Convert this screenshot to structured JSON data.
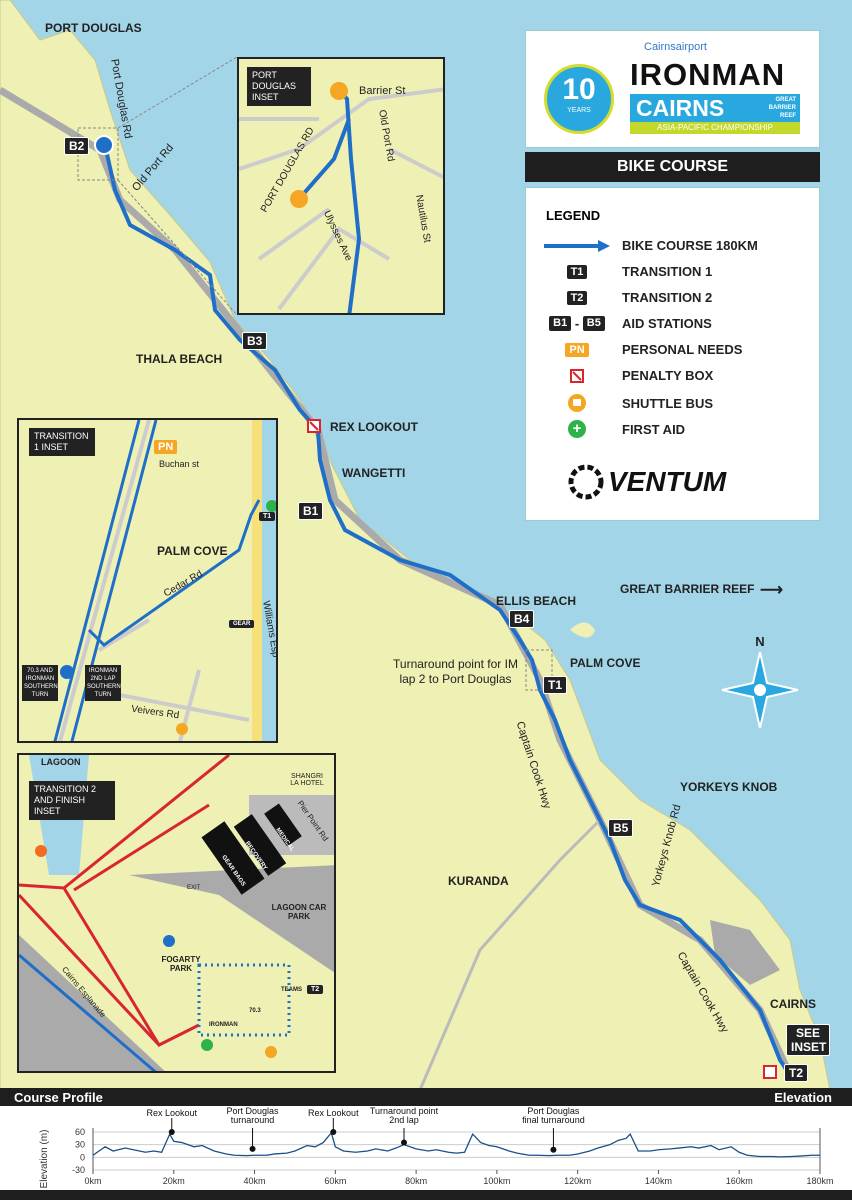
{
  "places": {
    "port_douglas": "PORT DOUGLAS",
    "thala_beach": "THALA BEACH",
    "rex_lookout": "REX LOOKOUT",
    "wangetti": "WANGETTI",
    "ellis_beach": "ELLIS BEACH",
    "palm_cove": "PALM COVE",
    "great_barrier_reef": "GREAT BARRIER REEF",
    "yorkeys_knob": "YORKEYS KNOB",
    "kuranda": "KURANDA",
    "cairns": "CAIRNS"
  },
  "roads": {
    "port_douglas_rd": "Port Douglas Rd",
    "old_port_rd": "Old Port Rd",
    "captain_cook_hwy_1": "Captain Cook Hwy",
    "captain_cook_hwy_2": "Captain Cook Hwy",
    "yorkeys_knob_rd": "Yorkeys Knob Rd"
  },
  "turnaround_note": "Turnaround point for IM lap 2 to Port Douglas",
  "see_inset": "SEE INSET",
  "aid_stations": [
    "B1",
    "B2",
    "B3",
    "B4",
    "B5"
  ],
  "transitions": {
    "t1": "T1",
    "t2": "T2"
  },
  "compass": "N",
  "grb_arrow": "⟶",
  "pd_inset": {
    "title": "PORT DOUGLAS INSET",
    "barrier_st": "Barrier St",
    "port_douglas_rd": "PORT DOUGLAS RD",
    "old_port_rd": "Old Port Rd",
    "ulysses_ave": "Ulysses Ave",
    "nautilus_st": "Nautilus St"
  },
  "t1_inset": {
    "title": "TRANSITION 1 INSET",
    "pn": "PN",
    "buchan_st": "Buchan st",
    "palm_cove": "PALM COVE",
    "cedar_rd": "Cedar Rd",
    "williams_esp": "Williams Esp",
    "veivers_rd": "Veivers Rd",
    "gear": "GEAR",
    "t1": "T1",
    "turn_703": "70.3 AND IRONMAN SOUTHERN TURN",
    "turn_im2": "IRONMAN 2ND LAP SOUTHERN TURN"
  },
  "t2_inset": {
    "title": "TRANSITION 2 AND FINISH INSET",
    "lagoon": "LAGOON",
    "shangri_la": "SHANGRI LA HOTEL",
    "pier_point_rd": "Pier Point Rd",
    "medical": "MEDICAL",
    "recovery": "RECOVERY",
    "gear_bags": "GEAR BAGS",
    "exit": "EXIT",
    "lagoon_car_park": "LAGOON CAR PARK",
    "fogarty_park": "FOGARTY PARK",
    "cairns_esplanade": "Cairns Esplanade",
    "teams": "TEAMS",
    "t2": "T2",
    "s703": "70.3",
    "ironman": "IRONMAN"
  },
  "logo": {
    "sponsor": "Cairnsairport",
    "badge_number": "10",
    "badge_text": "YEARS",
    "brand": "IRONMAN",
    "event": "CAIRNS",
    "reef": "GREAT BARRIER REEF",
    "championship": "ASIA-PACIFIC CHAMPIONSHIP"
  },
  "course_title": "BIKE COURSE",
  "legend": {
    "title": "LEGEND",
    "items": [
      {
        "symbol": "",
        "label": "BIKE COURSE 180KM"
      },
      {
        "symbol": "T1",
        "label": "TRANSITION 1"
      },
      {
        "symbol": "T2",
        "label": "TRANSITION 2"
      },
      {
        "symbol_a": "B1",
        "symbol_b": "B5",
        "label": "AID STATIONS"
      },
      {
        "symbol": "PN",
        "label": "PERSONAL NEEDS"
      },
      {
        "symbol": "",
        "label": "PENALTY BOX"
      },
      {
        "symbol": "",
        "label": "SHUTTLE BUS"
      },
      {
        "symbol": "+",
        "label": "FIRST AID"
      }
    ]
  },
  "sponsor_logo": "VENTUM",
  "colors": {
    "sea": "#a3d5e8",
    "land": "#eef0b4",
    "course": "#1f6fc9",
    "run": "#d9252f",
    "pn": "#f5a623",
    "aid": "#222222"
  },
  "profile": {
    "header": "Course Profile",
    "header_right": "Elevation"
  },
  "chart_data": {
    "type": "line",
    "ylabel": "Elevation (m)",
    "xlabel": "",
    "ylim": [
      -30,
      60
    ],
    "xlim": [
      0,
      180
    ],
    "yticks": [
      60,
      30,
      0,
      -30
    ],
    "xticks": [
      "0km",
      "20km",
      "40km",
      "60km",
      "80km",
      "100km",
      "120km",
      "140km",
      "160km",
      "180km"
    ],
    "x": [
      0,
      3,
      5,
      8,
      10,
      13,
      15,
      17,
      19,
      20,
      22,
      25,
      27,
      30,
      33,
      35,
      38,
      40,
      43,
      45,
      48,
      50,
      53,
      55,
      57,
      59,
      60,
      62,
      65,
      68,
      70,
      73,
      75,
      77,
      80,
      83,
      85,
      88,
      90,
      92,
      94,
      96,
      98,
      100,
      103,
      105,
      108,
      110,
      113,
      115,
      118,
      120,
      123,
      125,
      128,
      130,
      132,
      133,
      135,
      138,
      140,
      143,
      145,
      148,
      150,
      153,
      155,
      158,
      160,
      162,
      165,
      168,
      170,
      173,
      175,
      178,
      180
    ],
    "y": [
      5,
      25,
      15,
      22,
      18,
      12,
      15,
      12,
      55,
      38,
      35,
      25,
      28,
      15,
      8,
      5,
      4,
      5,
      5,
      8,
      10,
      15,
      28,
      25,
      35,
      58,
      25,
      15,
      12,
      15,
      20,
      15,
      22,
      30,
      20,
      15,
      18,
      12,
      10,
      12,
      55,
      35,
      28,
      25,
      15,
      10,
      5,
      5,
      4,
      5,
      5,
      8,
      15,
      22,
      30,
      40,
      45,
      55,
      15,
      15,
      18,
      20,
      22,
      25,
      22,
      28,
      18,
      25,
      12,
      5,
      2,
      2,
      1,
      2,
      3,
      5,
      5
    ],
    "annotations": [
      {
        "x": 19.5,
        "y": 60,
        "label": "Rex Lookout"
      },
      {
        "x": 39.5,
        "y": 20,
        "label": "Port Douglas turnaround"
      },
      {
        "x": 59.5,
        "y": 60,
        "label": "Rex Lookout"
      },
      {
        "x": 77,
        "y": 35,
        "label": "Turnaround point 2nd lap"
      },
      {
        "x": 114,
        "y": 18,
        "label": "Port Douglas final turnaround"
      }
    ]
  }
}
